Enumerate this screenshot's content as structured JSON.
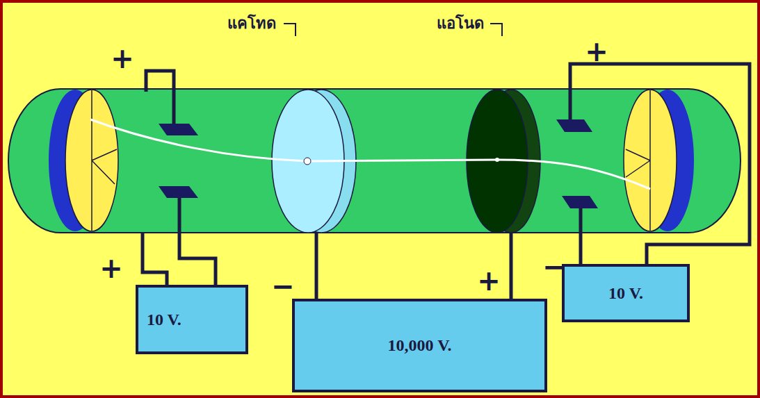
{
  "diagram": {
    "nodes": [
      {
        "text": [
          "10 V."
        ]
      },
      {
        "text": [
          "10,000 V."
        ]
      },
      {
        "text": [
          "10 V."
        ]
      }
    ],
    "labels": [
      "+",
      "แคโทด",
      "แอโนด",
      "+",
      "+",
      "−",
      "+",
      "−"
    ]
  }
}
